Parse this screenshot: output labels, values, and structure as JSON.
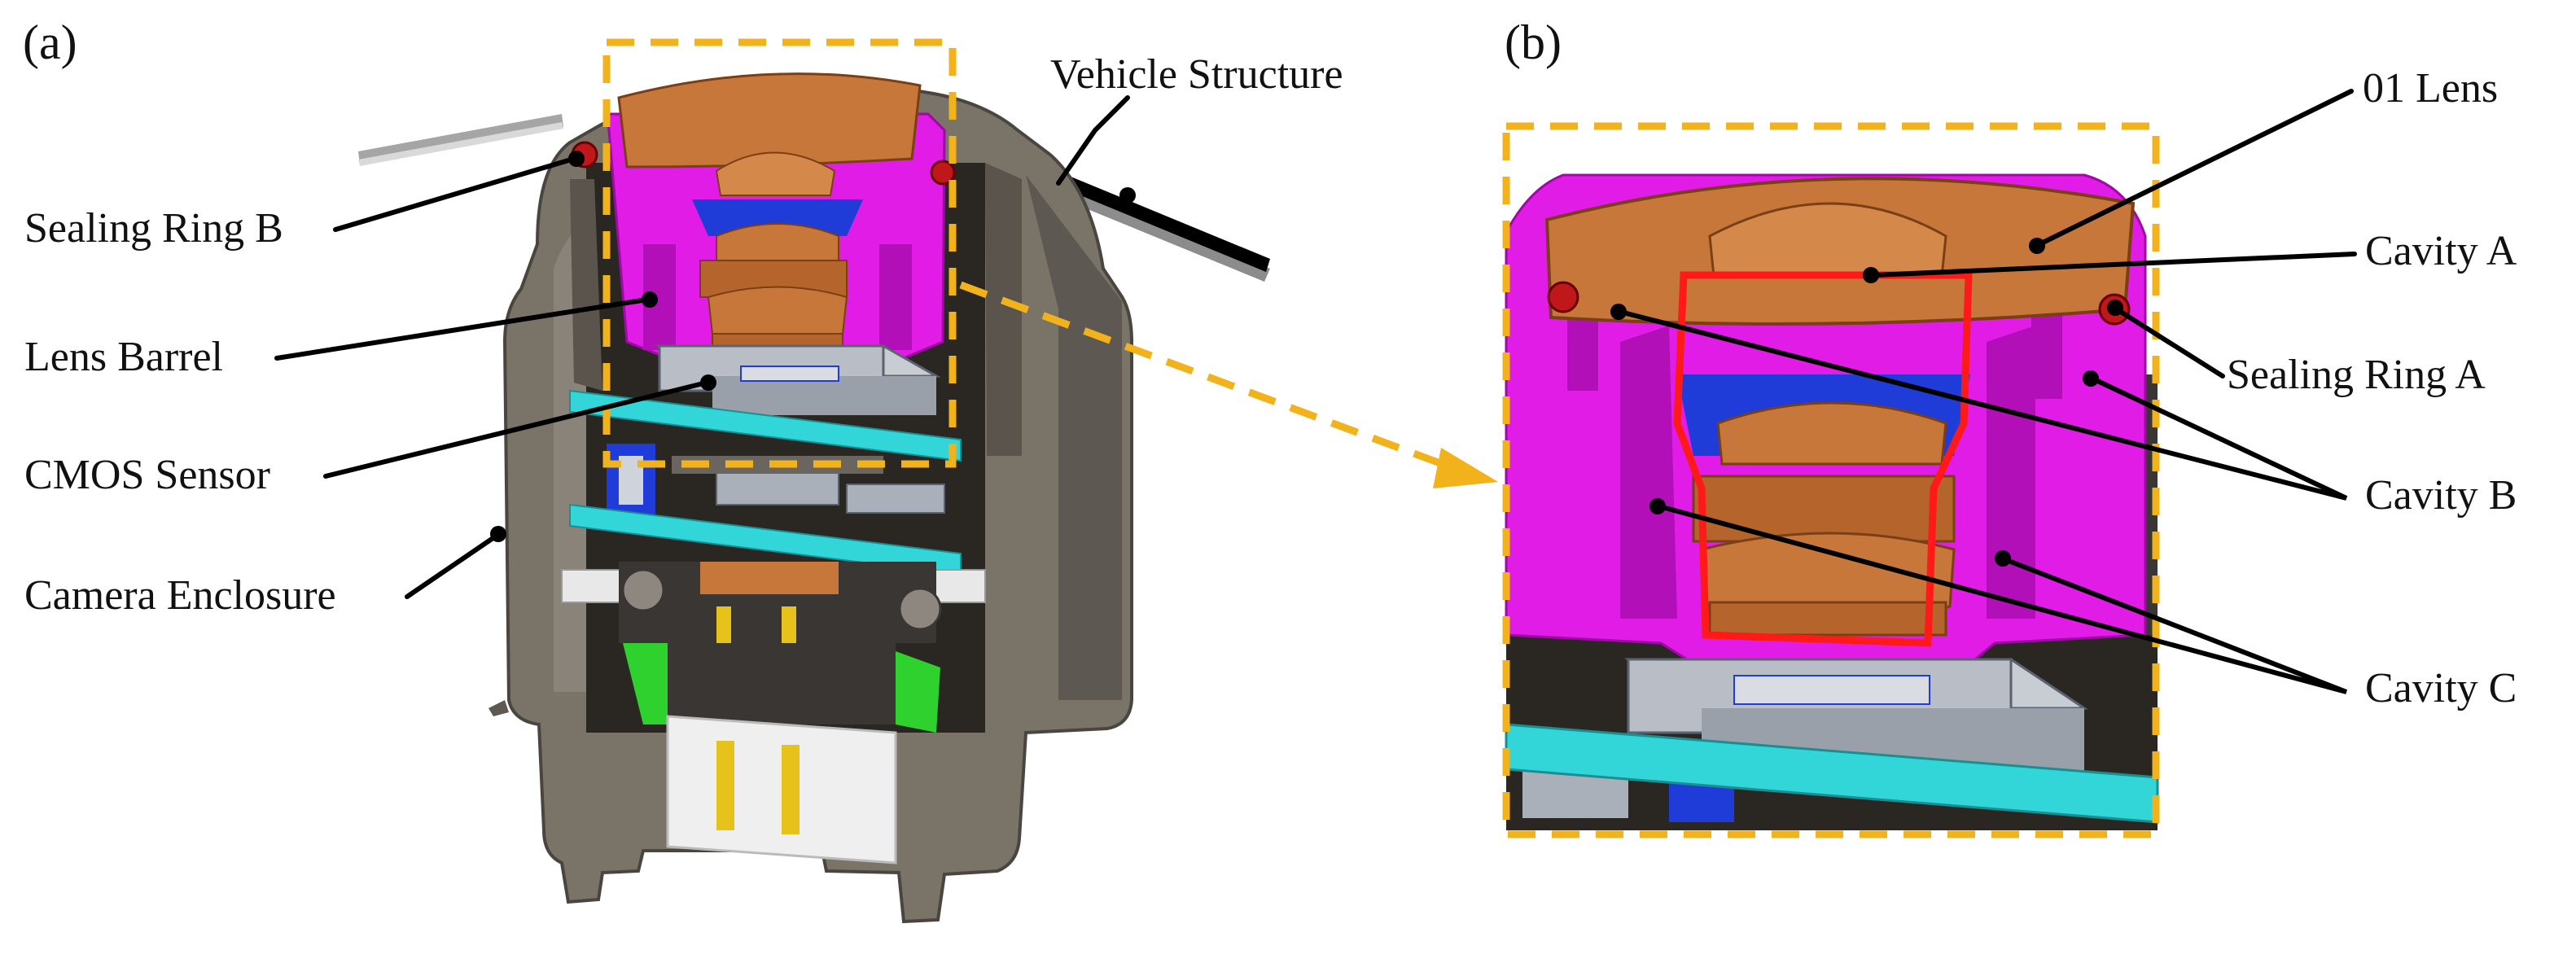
{
  "panels": {
    "a": "(a)",
    "b": "(b)"
  },
  "labels_a": {
    "vehicle_structure": "Vehicle Structure",
    "sealing_ring_b": "Sealing Ring B",
    "lens_barrel": "Lens Barrel",
    "cmos_sensor": "CMOS Sensor",
    "camera_enclosure": "Camera Enclosure"
  },
  "labels_b": {
    "lens_01": "01 Lens",
    "cavity_a": "Cavity A",
    "sealing_ring_a": "Sealing Ring A",
    "cavity_b": "Cavity B",
    "cavity_c": "Cavity C"
  },
  "colors": {
    "lens": "#c8773a",
    "barrel": "#e01ce6",
    "enclosure": "#7a7368",
    "pcb": "#32d6d8",
    "sensor": "#b9bec6",
    "seal": "#c0171b",
    "green_part": "#2fd12f",
    "blue_part": "#1f3cd8",
    "highlight_box": "#f2b21c",
    "cavity_outline": "#ff1a1a"
  }
}
